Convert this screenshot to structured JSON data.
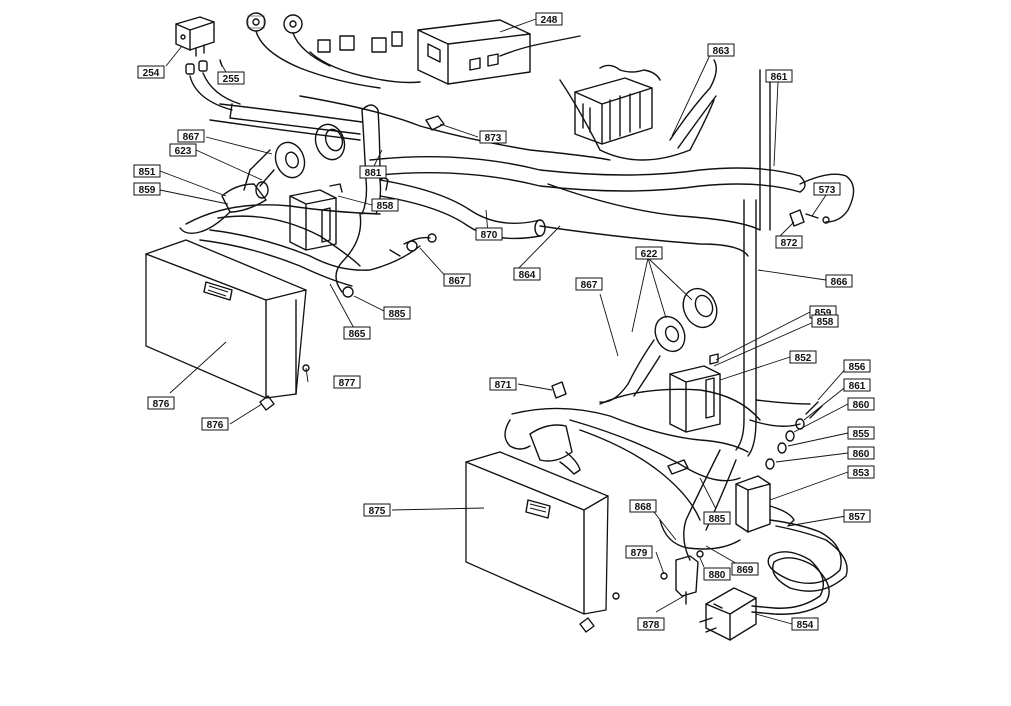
{
  "labels": [
    "254",
    "255",
    "248",
    "863",
    "861",
    "873",
    "867",
    "623",
    "881",
    "851",
    "859",
    "858",
    "573",
    "872",
    "870",
    "864",
    "866",
    "867",
    "885",
    "865",
    "622",
    "867",
    "859",
    "858",
    "852",
    "856",
    "861",
    "860",
    "855",
    "860",
    "853",
    "871",
    "876",
    "877",
    "876",
    "875",
    "868",
    "885",
    "857",
    "879",
    "880",
    "869",
    "878",
    "854"
  ]
}
